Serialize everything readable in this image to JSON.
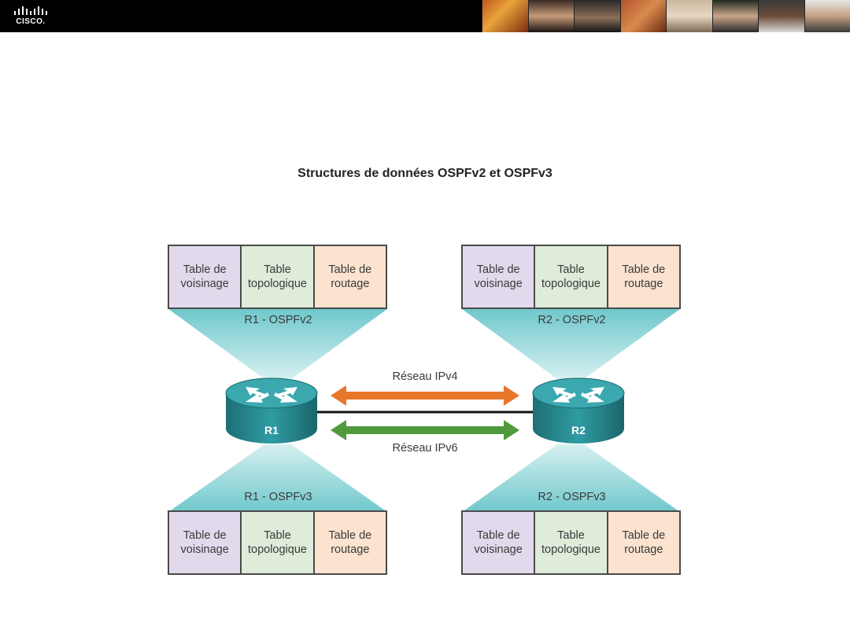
{
  "header": {
    "logo_text": "CISCO."
  },
  "title": "Structures de données OSPFv2 et OSPFv3",
  "cells": {
    "neighbor": [
      "Table de",
      "voisinage"
    ],
    "topology": [
      "Table",
      "topologique"
    ],
    "routing": [
      "Table de",
      "routage"
    ]
  },
  "routers": [
    {
      "name": "R1",
      "top_label": "R1 - OSPFv2",
      "bottom_label": "R1 - OSPFv3"
    },
    {
      "name": "R2",
      "top_label": "R2 - OSPFv2",
      "bottom_label": "R2 - OSPFv3"
    }
  ],
  "networks": {
    "ipv4": "Réseau IPv4",
    "ipv6": "Réseau IPv6"
  },
  "colors": {
    "ipv4_arrow": "#e8772a",
    "ipv6_arrow": "#4f9a3c",
    "router_body": "#2b8f96",
    "cone": "#7ecfd2",
    "neighbor_cell": "#e3d9ec",
    "topology_cell": "#deecd9",
    "routing_cell": "#fbe3d0"
  }
}
